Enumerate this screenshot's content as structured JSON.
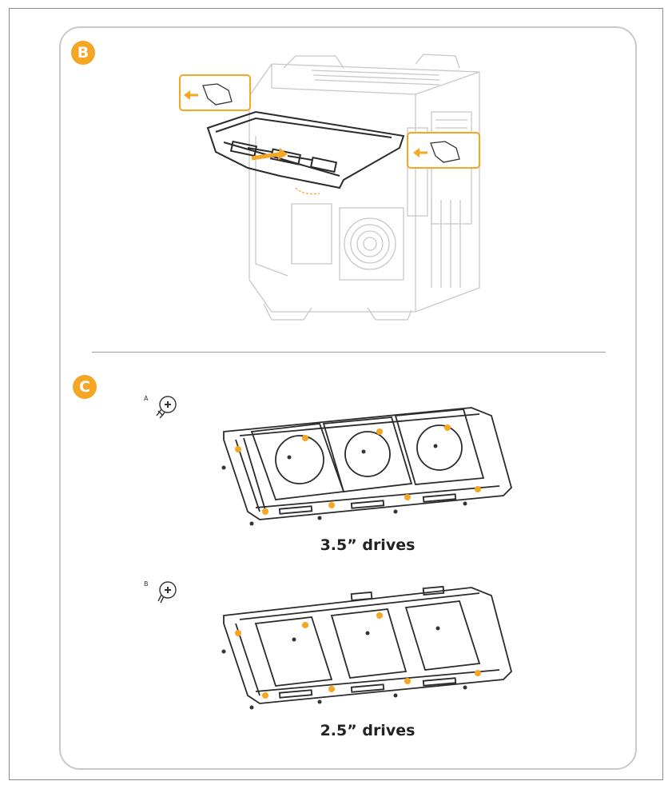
{
  "sections": {
    "b": {
      "badge": "B"
    },
    "c": {
      "badge": "C",
      "screw_a_label": "A",
      "screw_b_label": "B",
      "caption_35": "3.5” drives",
      "caption_25": "2.5” drives"
    }
  },
  "colors": {
    "accent": "#f5a623",
    "line": "#3a3a3a",
    "ghost": "#c8c8c8"
  }
}
